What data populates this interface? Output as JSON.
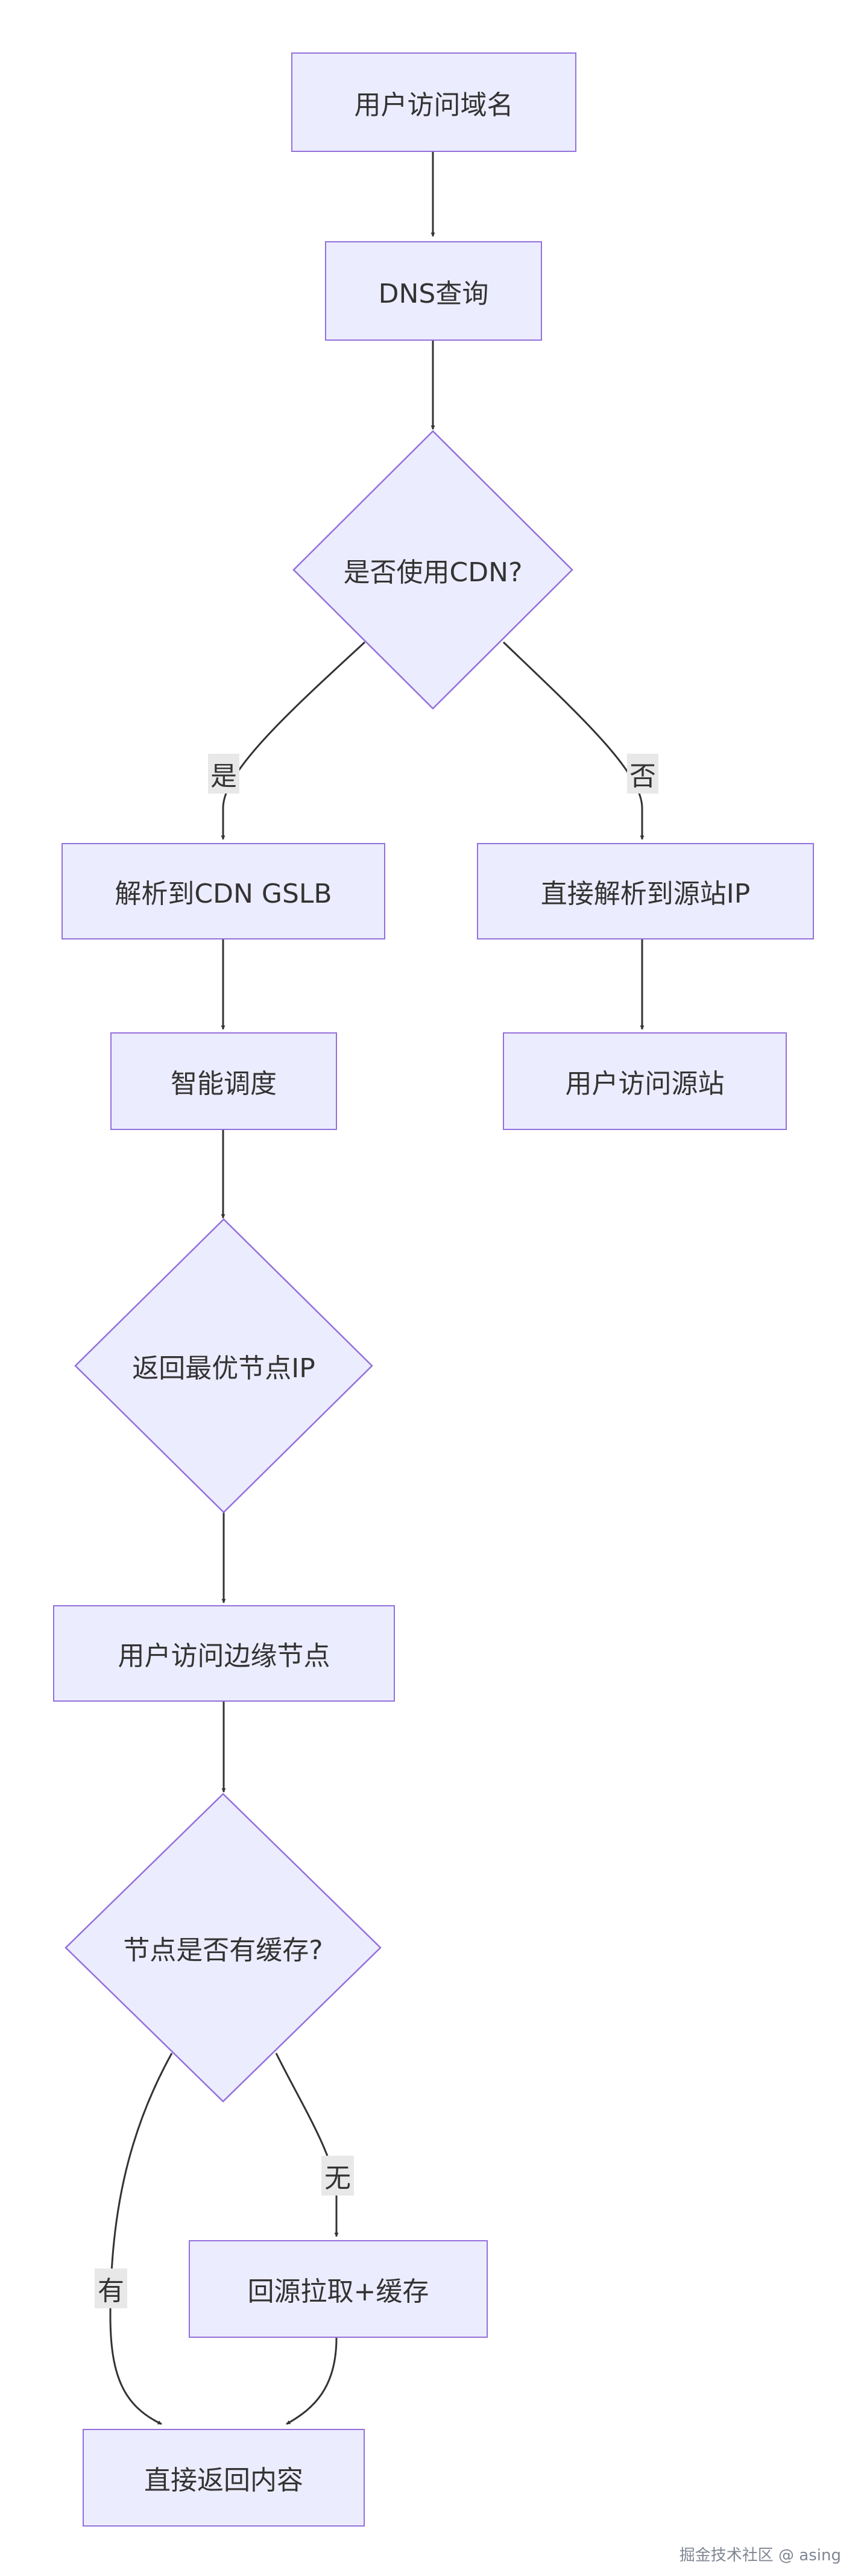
{
  "nodes": {
    "user_visit_domain": "用户访问域名",
    "dns_query": "DNS查询",
    "use_cdn": "是否使用CDN?",
    "resolve_gslb": "解析到CDN GSLB",
    "resolve_origin": "直接解析到源站IP",
    "smart_schedule": "智能调度",
    "visit_origin": "用户访问源站",
    "return_best_ip": "返回最优节点IP",
    "visit_edge": "用户访问边缘节点",
    "node_cached": "节点是否有缓存?",
    "fetch_origin_cache": "回源拉取+缓存",
    "return_content": "直接返回内容"
  },
  "edge_labels": {
    "yes": "是",
    "no": "否",
    "has": "有",
    "none": "无"
  },
  "watermark": "掘金技术社区 @ asing",
  "colors": {
    "node_fill": "#ececff",
    "node_stroke": "#9370db",
    "edge": "#333333",
    "label_bg": "#e8e8e8",
    "text": "#333333"
  }
}
